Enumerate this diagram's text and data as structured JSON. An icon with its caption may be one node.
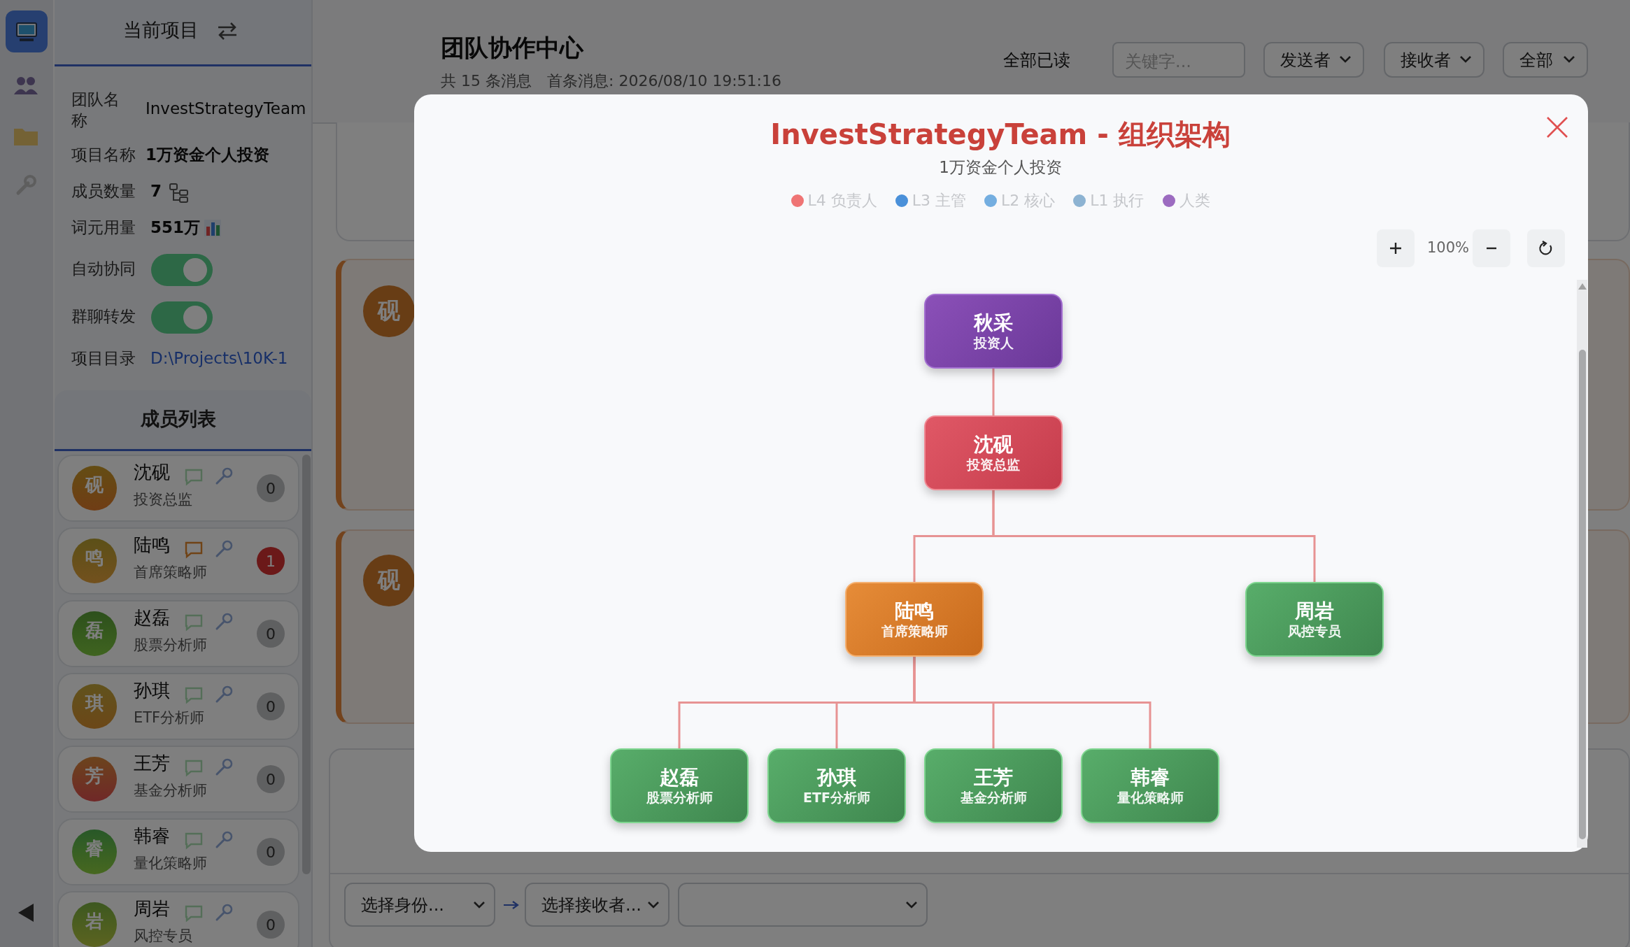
{
  "diagram": {
    "title": "InvestStrategyTeam - 组织架构",
    "nodes": [
      {
        "text": [
          "秋采",
          "投资人"
        ]
      },
      {
        "text": [
          "沈砚",
          "投资总监"
        ]
      },
      {
        "text": [
          "陆鸣",
          "首席策略师"
        ]
      },
      {
        "text": [
          "周岩",
          "风控专员"
        ]
      },
      {
        "text": [
          "赵磊",
          "股票分析师"
        ]
      },
      {
        "text": [
          "孙琪",
          "ETF分析师"
        ]
      },
      {
        "text": [
          "王芳",
          "基金分析师"
        ]
      },
      {
        "text": [
          "韩睿",
          "量化策略师"
        ]
      }
    ],
    "edges": [
      {
        "from": 0,
        "to": 1,
        "arrow": "none"
      },
      {
        "from": 1,
        "to": 2,
        "arrow": "none"
      },
      {
        "from": 1,
        "to": 3,
        "arrow": "none"
      },
      {
        "from": 2,
        "to": 4,
        "arrow": "none"
      },
      {
        "from": 2,
        "to": 5,
        "arrow": "none"
      },
      {
        "from": 2,
        "to": 6,
        "arrow": "none"
      },
      {
        "from": 2,
        "to": 7,
        "arrow": "none"
      }
    ],
    "labels": [
      "当前项目",
      "团队名称",
      "InvestStrategyTeam",
      "项目名称",
      "1万资金个人投资",
      "成员数量",
      "7",
      "词元用量",
      "551万",
      "自动协同",
      "群聊转发",
      "项目目录",
      "D:\\Projects\\10K-1",
      "成员列表",
      "砚",
      "沈砚",
      "投资总监",
      "0",
      "鸣",
      "陆鸣",
      "首席策略师",
      "1",
      "磊",
      "赵磊",
      "股票分析师",
      "0",
      "琪",
      "孙琪",
      "ETF分析师",
      "0",
      "芳",
      "王芳",
      "基金分析师",
      "0",
      "睿",
      "韩睿",
      "量化策略师",
      "0",
      "岩",
      "周岩",
      "风控专员",
      "0",
      "团队协作中心",
      "共 15 条消息",
      "首条消息: 2026/08/10 19:51:16",
      "全部已读",
      "关键字...",
      "发送者",
      "接收者",
      "全部",
      "砚",
      "砚",
      "选择身份...",
      "选择接收者...",
      "1万资金个人投资",
      "100%"
    ],
    "legend": [
      {
        "text": "L4 负责人",
        "color": "#ef7474"
      },
      {
        "text": "L3 主管",
        "color": "#4a90d9"
      },
      {
        "text": "L2 核心",
        "color": "#74aee0"
      },
      {
        "text": "L1 执行",
        "color": "#8db3d2"
      },
      {
        "text": "人类",
        "color": "#9c6bc0"
      }
    ]
  }
}
